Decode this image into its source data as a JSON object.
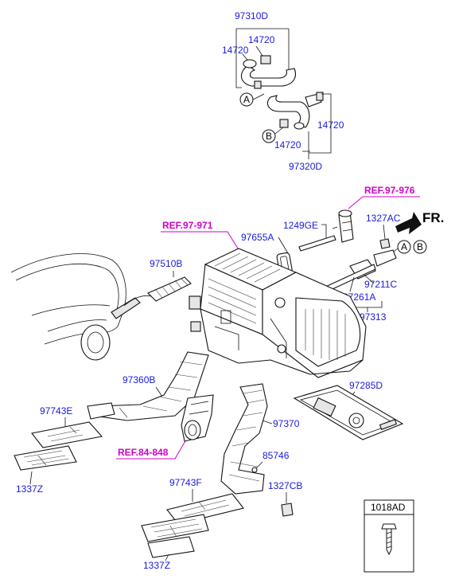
{
  "labels": {
    "l97310D": "97310D",
    "l14720_a": "14720",
    "l14720_b": "14720",
    "l14720_c": "14720",
    "l14720_d": "14720",
    "l97320D": "97320D",
    "marker_a_top": "A",
    "marker_b_top": "B",
    "marker_a_right": "A",
    "marker_b_right": "B",
    "ref_97_976": "REF.97-976",
    "fr": "FR.",
    "ref_97_971": "REF.97-971",
    "l1249GE": "1249GE",
    "l1327AC": "1327AC",
    "l97655A": "97655A",
    "l97510B": "97510B",
    "l97211C": "97211C",
    "l97261A": "97261A",
    "l97313": "97313",
    "l97285D": "97285D",
    "l97360B": "97360B",
    "l97743E": "97743E",
    "l1337Z_a": "1337Z",
    "ref_84_848": "REF.84-848",
    "l97370": "97370",
    "l85746": "85746",
    "l1327CB": "1327CB",
    "l97743F": "97743F",
    "l1337Z_b": "1337Z",
    "l1018AD": "1018AD"
  }
}
